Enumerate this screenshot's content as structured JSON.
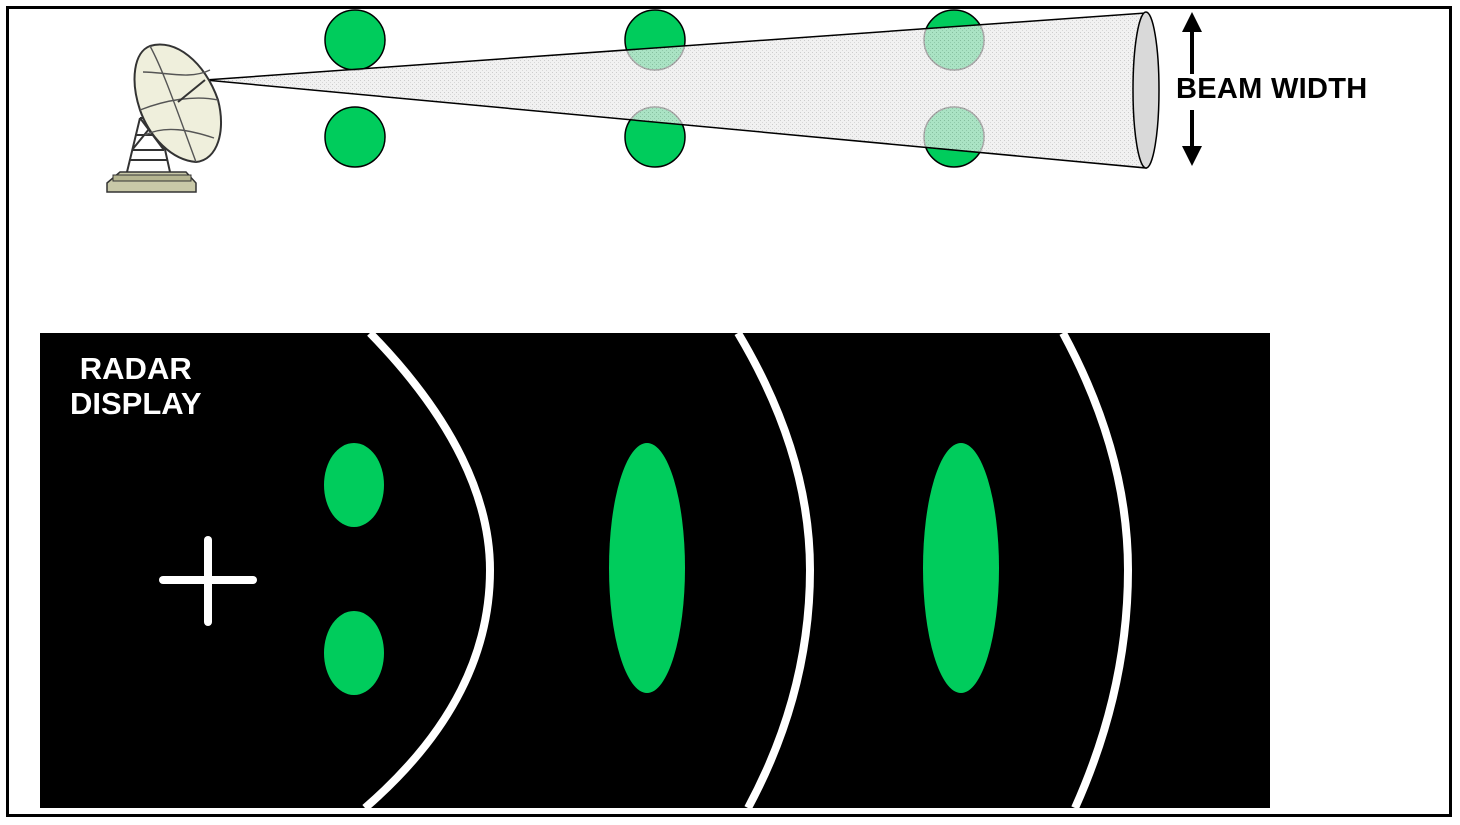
{
  "beam": {
    "label": "BEAM WIDTH"
  },
  "display": {
    "title_line1": "RADAR",
    "title_line2": "DISPLAY"
  },
  "colors": {
    "target_green": "#00cc5c",
    "beam_fill": "#e8e8e8",
    "display_bg": "#000000",
    "range_ring": "#ffffff",
    "dish": "#efefdc"
  },
  "icons": [
    "radar-dish-icon",
    "double-arrow-icon",
    "crosshair-icon"
  ]
}
